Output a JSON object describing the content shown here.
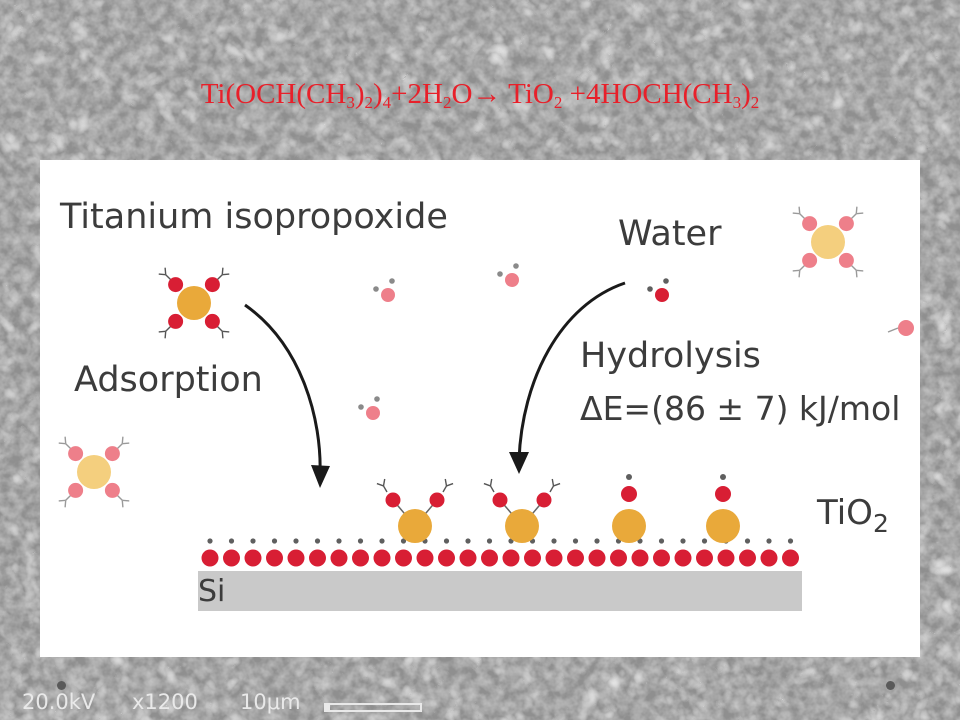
{
  "equation": {
    "parts": [
      "Ti(OCH(CH",
      "3",
      ")",
      "2",
      ")",
      "4",
      "+2H",
      "2",
      "O→ TiO",
      "2",
      " +4HOCH(CH",
      "3",
      ")",
      "2"
    ]
  },
  "diagram": {
    "label_precursor": "Titanium isopropoxide",
    "label_water": "Water",
    "label_adsorption": "Adsorption",
    "label_hydrolysis": "Hydrolysis",
    "label_energy": "ΔE=(86 ± 7) kJ/mol",
    "label_tio2_main": "TiO",
    "label_tio2_sub": "2",
    "label_si": "Si"
  },
  "sem_bar": {
    "voltage": "20.0kV",
    "magnification": "x1200",
    "scale": "10μm"
  },
  "colors": {
    "equation": "#e8202a",
    "oxygen": "#d81e34",
    "titanium": "#e9a93a",
    "hydrogen": "#5f5f5f",
    "faded_oxygen": "#ee7f8a",
    "faded_titanium": "#f4cf7e",
    "substrate": "#c9c9c9",
    "arrow": "#1a1a1a"
  }
}
